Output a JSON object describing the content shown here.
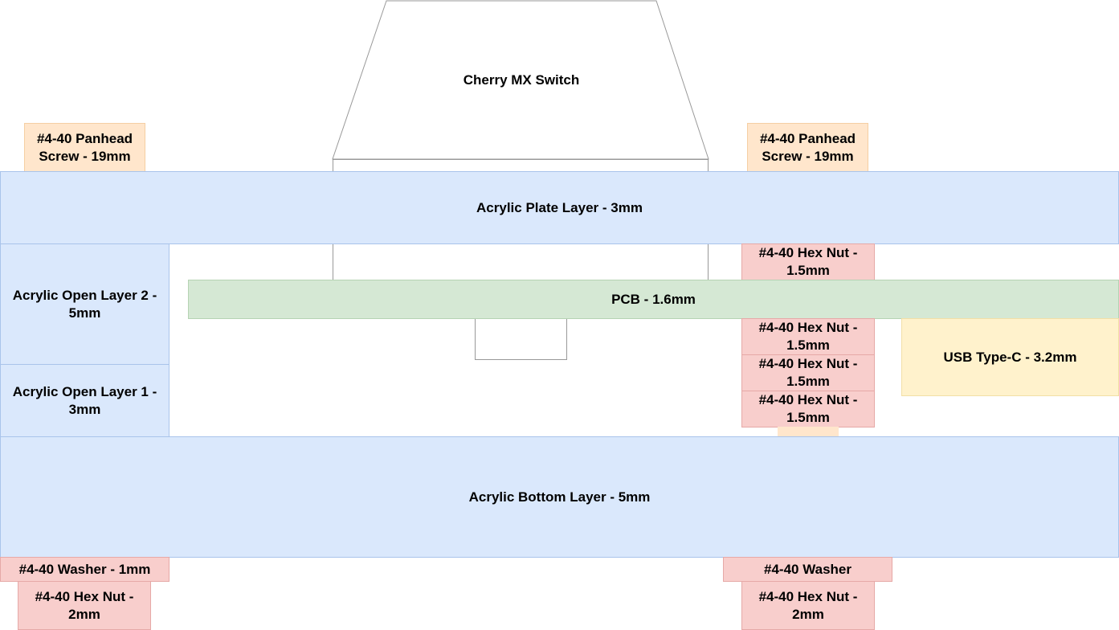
{
  "colors": {
    "acrylic_fill": "#dae8fc",
    "acrylic_stroke": "#a9c4eb",
    "pcb_fill": "#d5e8d4",
    "pcb_stroke": "#b5d3b3",
    "screw_fill": "#ffe6cc",
    "screw_stroke": "#f5cfa3",
    "nut_fill": "#f8cecc",
    "nut_stroke": "#e6a9a7",
    "usb_fill": "#fff2cc",
    "usb_stroke": "#f2dfa6",
    "switch_stroke": "#999999"
  },
  "switch": {
    "label": "Cherry MX Switch"
  },
  "layers": {
    "plate": "Acrylic Plate Layer - 3mm",
    "open2": "Acrylic Open Layer 2 - 5mm",
    "open1": "Acrylic Open Layer 1 - 3mm",
    "bottom": "Acrylic Bottom Layer - 5mm",
    "pcb": "PCB - 1.6mm"
  },
  "hardware": {
    "screw_left": "#4-40 Panhead Screw - 19mm",
    "screw_right": "#4-40 Panhead Screw - 19mm",
    "nut_right_top": "#4-40 Hex Nut - 1.5mm",
    "nut_right_mid1": "#4-40 Hex Nut - 1.5mm",
    "nut_right_mid2": "#4-40 Hex Nut - 1.5mm",
    "nut_right_mid3": "#4-40 Hex Nut - 1.5mm",
    "washer_left": "#4-40 Washer - 1mm",
    "washer_right": "#4-40 Washer",
    "nut_left_bottom": "#4-40 Hex Nut - 2mm",
    "nut_right_bottom": "#4-40 Hex Nut - 2mm",
    "usb": "USB Type-C - 3.2mm"
  }
}
